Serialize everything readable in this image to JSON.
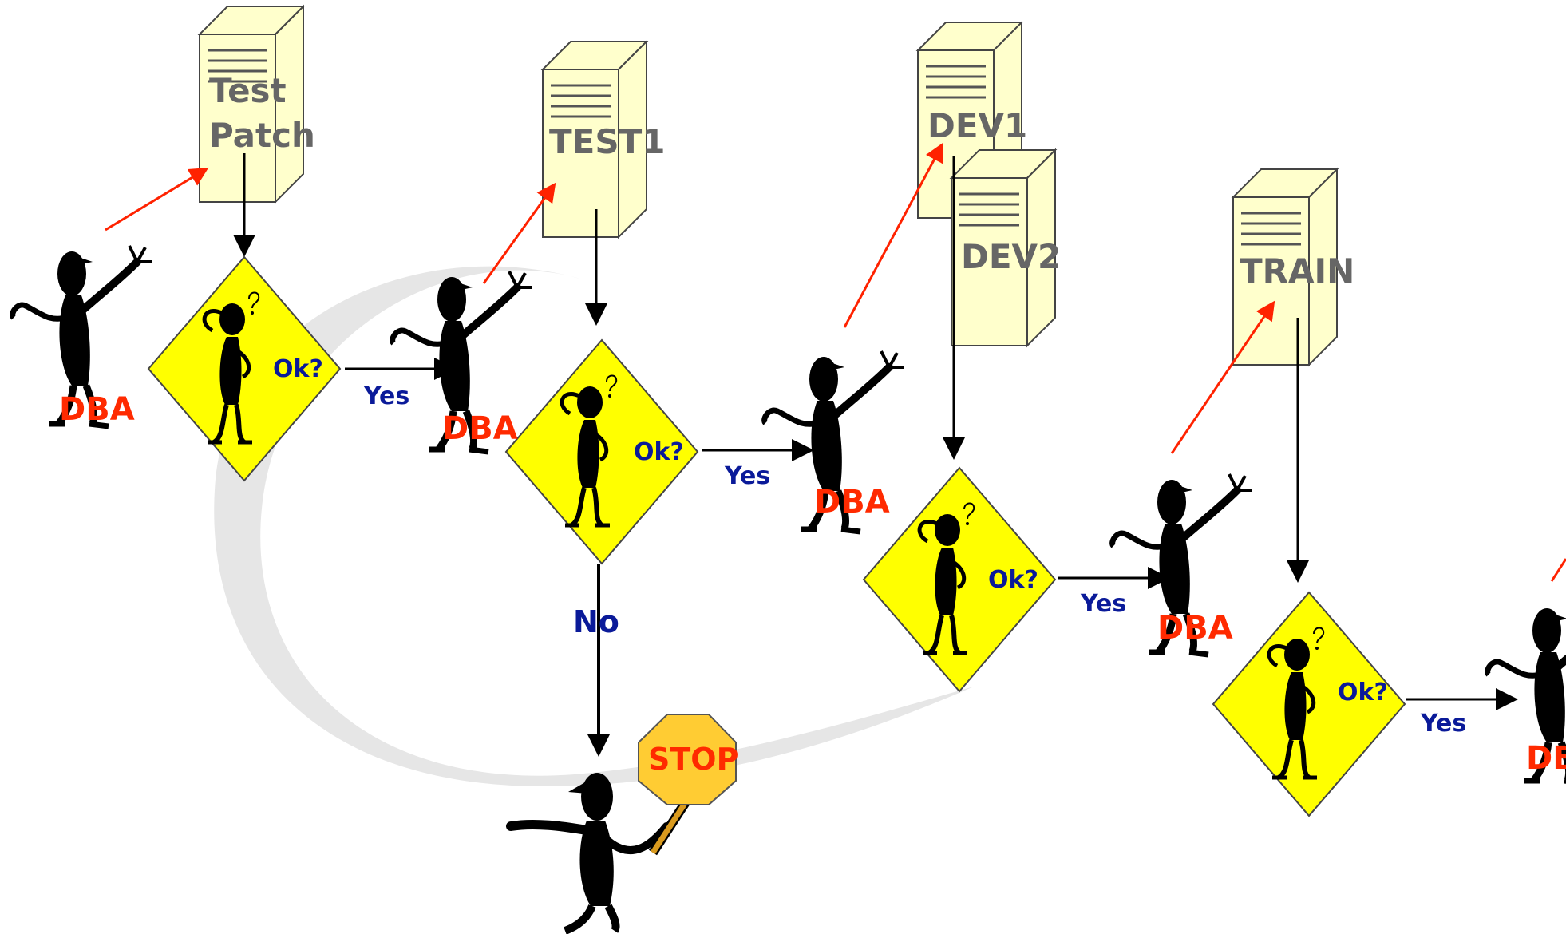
{
  "servers": {
    "test_patch": [
      "Test",
      "Patch"
    ],
    "test1": "TEST1",
    "dev1": "DEV1",
    "dev2": "DEV2",
    "train": "TRAIN"
  },
  "decision_label": "Ok?",
  "yes_label": "Yes",
  "no_label": "No",
  "dba_label": "DBA",
  "stop_label": "STOP",
  "colors": {
    "server_fill": "#ffffcc",
    "diamond_fill": "#ffff00",
    "label_blue": "#0a1a99",
    "label_red": "#ff2a00",
    "server_text": "#666666",
    "arrow_red": "#ff2200",
    "swoosh": "#e6e6e6",
    "stop_sign": "#ffcc33"
  }
}
